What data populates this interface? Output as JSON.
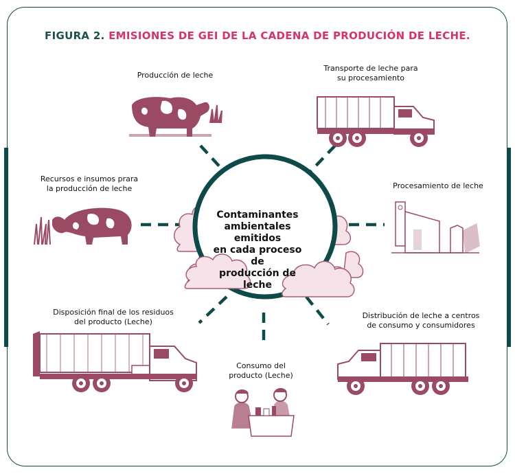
{
  "figure": {
    "prefix": "FIGURA 2.",
    "title": "EMISIONES DE GEI DE LA CADENA DE PRODUCIÓN DE LECHE."
  },
  "center": {
    "line1": "Contaminantes",
    "line2": "ambientales emitidos",
    "line3": "en cada proceso de",
    "line4": "producción de",
    "line5": "leche"
  },
  "stages": {
    "produccion": {
      "line1": "Producción de leche"
    },
    "transporte": {
      "line1": "Transporte de leche para",
      "line2": "su procesamiento"
    },
    "recursos": {
      "line1": "Recursos e insumos prara",
      "line2": "la producción de leche"
    },
    "procesamiento": {
      "line1": "Procesamiento de leche"
    },
    "disposicion": {
      "line1": "Disposición final de los residuos",
      "line2": "del producto (Leche)"
    },
    "distribucion": {
      "line1": "Distribución de leche a centros",
      "line2": "de consumo y consumidores"
    },
    "consumo": {
      "line1": "Consumo del",
      "line2": "producto (Leche)"
    }
  },
  "colors": {
    "teal": "#0e4a4a",
    "accent": "#d6336c",
    "illustration": "#9b4a63",
    "cloud_fill": "#f6e3ea",
    "cloud_stroke": "#a85d77"
  },
  "icons": {
    "produccion": "cow-icon",
    "transporte": "truck-icon",
    "recursos": "cow-icon",
    "procesamiento": "factory-icon",
    "disposicion": "garbage-truck-icon",
    "distribucion": "truck-icon",
    "consumo": "people-icon"
  }
}
